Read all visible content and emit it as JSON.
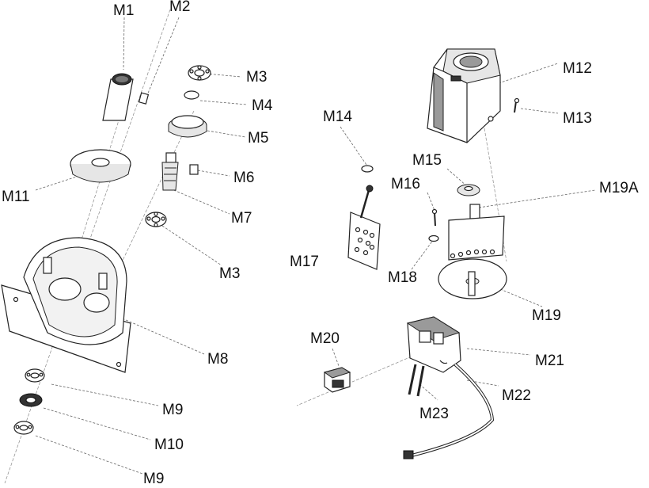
{
  "labels": {
    "M1": "M1",
    "M2": "M2",
    "M3a": "M3",
    "M4": "M4",
    "M5": "M5",
    "M6": "M6",
    "M7": "M7",
    "M3b": "M3",
    "M8": "M8",
    "M9a": "M9",
    "M10": "M10",
    "M9b": "M9",
    "M11": "M11",
    "M12": "M12",
    "M13": "M13",
    "M14": "M14",
    "M15": "M15",
    "M16": "M16",
    "M17": "M17",
    "M18": "M18",
    "M19A": "M19A",
    "M19": "M19",
    "M20": "M20",
    "M21": "M21",
    "M22": "M22",
    "M23": "M23"
  }
}
